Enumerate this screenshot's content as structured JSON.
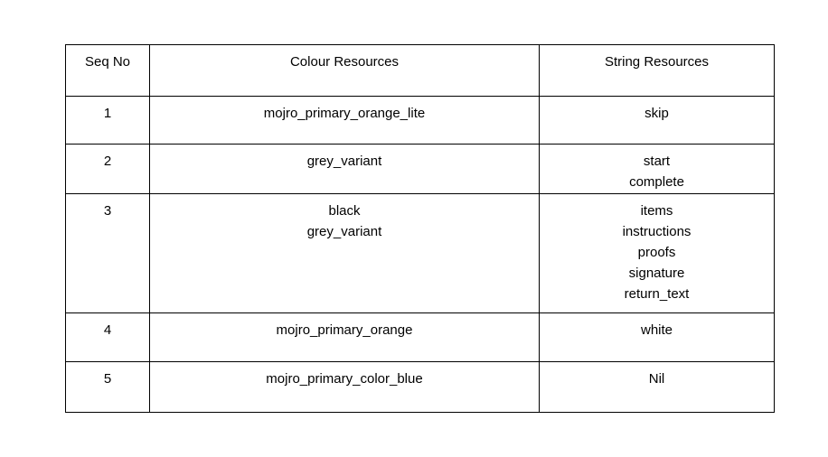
{
  "document": {
    "background_color": "#ffffff",
    "text_color": "#000000",
    "border_color": "#000000"
  },
  "table": {
    "headers": {
      "seq_no": "Seq No",
      "colour_resources": "Colour Resources",
      "string_resources": "String Resources"
    },
    "rows": [
      {
        "seq_no": "1",
        "colour_resources": "mojro_primary_orange_lite",
        "string_resources": "skip"
      },
      {
        "seq_no": "2",
        "colour_resources": "grey_variant",
        "string_resources": "start\ncomplete"
      },
      {
        "seq_no": "3",
        "colour_resources": "black\ngrey_variant",
        "string_resources": "items\ninstructions\nproofs\nsignature\nreturn_text"
      },
      {
        "seq_no": "4",
        "colour_resources": "mojro_primary_orange",
        "string_resources": "white"
      },
      {
        "seq_no": "5",
        "colour_resources": "mojro_primary_color_blue",
        "string_resources": "Nil"
      }
    ]
  }
}
